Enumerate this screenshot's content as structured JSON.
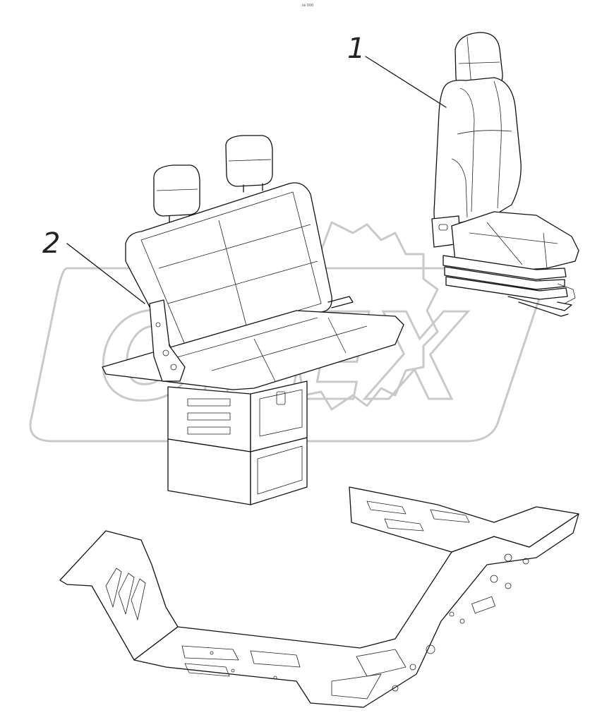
{
  "header": {
    "sheet_mark": "№ 000"
  },
  "callouts": [
    {
      "label": "1",
      "part": "driver-seat"
    },
    {
      "label": "2",
      "part": "passenger-bench-seat"
    }
  ],
  "watermark": {
    "text": "OPEX"
  },
  "colors": {
    "line": "#111111",
    "watermark": "#cfcfcf",
    "background": "#ffffff"
  }
}
